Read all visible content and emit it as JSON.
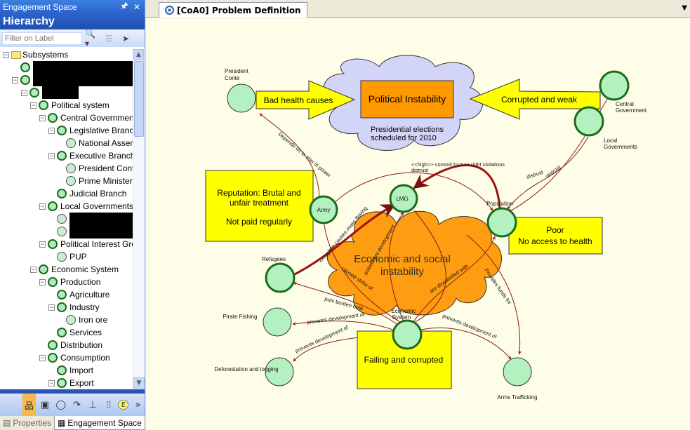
{
  "left_panel": {
    "title": "Engagement Space",
    "pin_icon": "pin-icon",
    "close_icon": "close-icon",
    "header": "Hierarchy",
    "filter": {
      "placeholder": "Filter on Label",
      "value": ""
    },
    "tree": [
      {
        "label": "Subsystems",
        "level": 0,
        "icon": "folder",
        "expander": true
      },
      {
        "label": "",
        "level": 1,
        "icon": "node",
        "redacted": true
      },
      {
        "label": "",
        "level": 1,
        "icon": "node",
        "redacted": true,
        "expander": true
      },
      {
        "label": "",
        "level": 2,
        "icon": "node",
        "redacted": true,
        "expander": true
      },
      {
        "label": "Political system",
        "level": 3,
        "icon": "node",
        "expander": true
      },
      {
        "label": "Central Government",
        "level": 4,
        "icon": "node",
        "expander": true
      },
      {
        "label": "Legislative Branch",
        "level": 5,
        "icon": "node",
        "expander": true
      },
      {
        "label": "National Assembly",
        "level": 6,
        "icon": "light"
      },
      {
        "label": "Executive Branch",
        "level": 5,
        "icon": "node",
        "expander": true
      },
      {
        "label": "President Conté",
        "level": 6,
        "icon": "light"
      },
      {
        "label": "Prime Minister",
        "level": 6,
        "icon": "light"
      },
      {
        "label": "Judicial Branch",
        "level": 5,
        "icon": "node"
      },
      {
        "label": "Local Governments",
        "level": 4,
        "icon": "node",
        "expander": true
      },
      {
        "label": "",
        "level": 5,
        "icon": "light",
        "redacted": true
      },
      {
        "label": "",
        "level": 5,
        "icon": "light",
        "redacted": true
      },
      {
        "label": "Political Interest Groups",
        "level": 4,
        "icon": "node",
        "expander": true
      },
      {
        "label": "PUP",
        "level": 5,
        "icon": "light"
      },
      {
        "label": "Economic System",
        "level": 3,
        "icon": "node",
        "expander": true
      },
      {
        "label": "Production",
        "level": 4,
        "icon": "node",
        "expander": true
      },
      {
        "label": "Agriculture",
        "level": 5,
        "icon": "node"
      },
      {
        "label": "Industry",
        "level": 5,
        "icon": "node",
        "expander": true
      },
      {
        "label": "Iron ore",
        "level": 6,
        "icon": "light"
      },
      {
        "label": "Services",
        "level": 5,
        "icon": "node"
      },
      {
        "label": "Distribution",
        "level": 4,
        "icon": "node"
      },
      {
        "label": "Consumption",
        "level": 4,
        "icon": "node",
        "expander": true
      },
      {
        "label": "Import",
        "level": 5,
        "icon": "node"
      },
      {
        "label": "Export",
        "level": 5,
        "icon": "node",
        "expander": true
      }
    ],
    "toolbar_icons": [
      "hierarchy-icon",
      "diagram-icon",
      "node-icon",
      "link-icon",
      "layout-icon",
      "attachment-icon",
      "event-icon",
      "more-icon"
    ],
    "bottom_tabs": [
      {
        "label": "Properties",
        "selected": false
      },
      {
        "label": "Engagement Space",
        "selected": true
      }
    ]
  },
  "document": {
    "tab_label": "[CoA0] Problem Definition",
    "menu_icon": "dropdown-arrow-icon"
  },
  "diagram": {
    "colors": {
      "node_fill": "#b3f2c0",
      "node_border": "#1a6b1a",
      "note_fill": "#ffff00",
      "issue_fill": "#ff9900",
      "cloud_blue": "#d0d2f7",
      "edge": "#8b1a1a",
      "canvas": "#fefee8"
    },
    "nodes": {
      "president": "President Conté",
      "central_gov": "Central Government",
      "local_gov": "Local Governments",
      "army": "Army",
      "lmg": "LMG",
      "population": "Population",
      "refugees": "Refugees",
      "pirate_fishing": "Pirate Fishing",
      "deforestation": "Deforestation and logging",
      "economic_system": "Economic System",
      "arms_trafficking": "Arms Trafficking"
    },
    "arrows": {
      "bad_health": "Bad health causes",
      "corrupted": "Corrupted and weak"
    },
    "boxes": {
      "political_instability": "Political Instability",
      "elections_line1": "Presidential  elections",
      "elections_line2": "scheduled        for 2010",
      "reputation_line1": "Reputation: Brutal and",
      "reputation_line2": "unfair treatment",
      "reputation_line3": "Not paid regularly",
      "poor_line1": "Poor",
      "poor_line2": "No access to health",
      "econ_instability_line1": "Economic and social",
      "econ_instability_line2": "instability",
      "failing": "Failing and corrupted"
    },
    "edge_labels": {
      "depends": "Depends on to stay in power",
      "commit": "<<high>> commit human right violations",
      "distrust_army": "distrust",
      "distrust1": "distrust",
      "distrust2": "distrust",
      "mass_fleeing": "<<high>> causes mass fleeing",
      "action_dev": "actionment development",
      "caused_strike": "caused strike of",
      "dissatisfied": "are dissatisfied with",
      "provides_funds": "Provides funds for",
      "burden": "puts burden onto",
      "prevents1": "prevents development of",
      "prevents2": "prevents development of",
      "prevents3": "prevents development of"
    }
  }
}
